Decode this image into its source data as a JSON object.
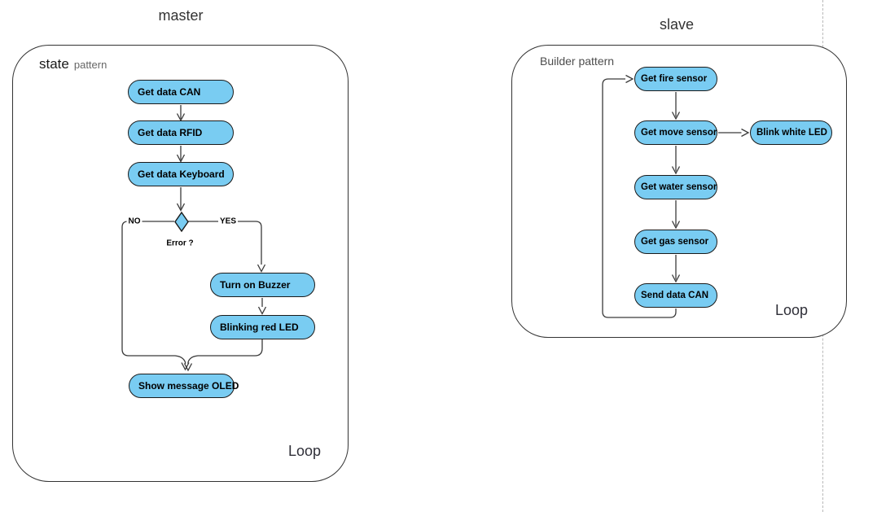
{
  "colors": {
    "node_fill": "#79CCF2",
    "node_border": "#1a1a1a",
    "container_border": "#333333",
    "edge_color": "#3a3a3a",
    "title_color": "#333333",
    "label_muted": "#666666",
    "guide_color": "#b9b9b9"
  },
  "master": {
    "title": "master",
    "pattern_label_strong": "state",
    "pattern_label_light": "pattern",
    "loop_label": "Loop",
    "nodes": {
      "can": "Get data CAN",
      "rfid": "Get data RFID",
      "keyboard": "Get data Keyboard",
      "buzzer": "Turn on Buzzer",
      "red_led": "Blinking red LED",
      "oled": "Show message OLED"
    },
    "decision": {
      "no": "NO",
      "yes": "YES",
      "question": "Error ?"
    }
  },
  "slave": {
    "title": "slave",
    "pattern_label": "Builder pattern",
    "loop_label": "Loop",
    "nodes": {
      "fire": "Get fire sensor",
      "move": "Get move sensor",
      "blink_white": "Blink white LED",
      "water": "Get water sensor",
      "gas": "Get gas sensor",
      "send_can": "Send data CAN"
    }
  }
}
